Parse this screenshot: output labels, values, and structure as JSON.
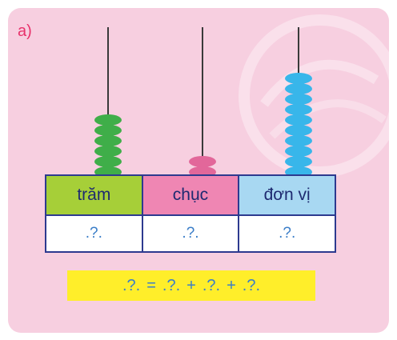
{
  "part_label": "a)",
  "abacus": {
    "columns": [
      {
        "name": "tram",
        "bead_count": 6,
        "color": "#3fae49"
      },
      {
        "name": "chuc",
        "bead_count": 2,
        "color": "#e2679a"
      },
      {
        "name": "don_vi",
        "bead_count": 10,
        "color": "#38b6ea"
      }
    ]
  },
  "table": {
    "headers": [
      "trăm",
      "chục",
      "đơn vị"
    ],
    "values": [
      ".?.",
      ".?.",
      ".?."
    ],
    "header_colors": [
      "#a6cf38",
      "#ef86b3",
      "#a8d8f2"
    ]
  },
  "equation": {
    "result": ".?.",
    "equals": "=",
    "term1": ".?.",
    "plus1": "+",
    "term2": ".?.",
    "plus2": "+",
    "term3": ".?."
  }
}
